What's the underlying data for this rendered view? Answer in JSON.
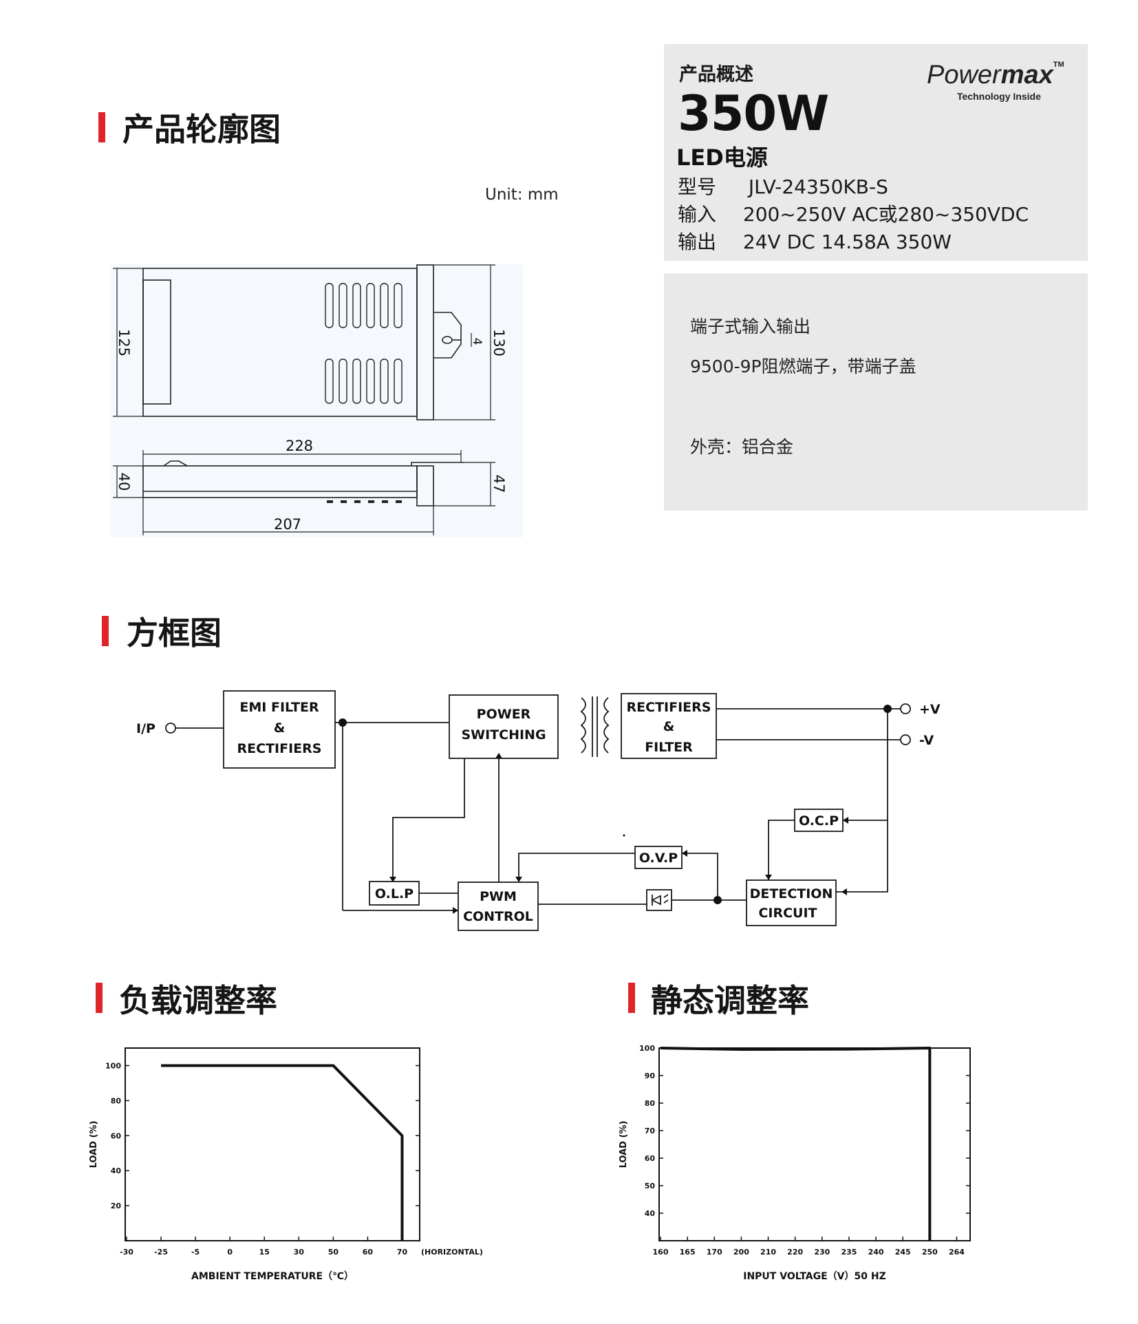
{
  "sections": {
    "outline": "产品轮廓图",
    "block": "方框图",
    "load": "负载调整率",
    "static": "静态调整率"
  },
  "overview": {
    "heading": "产品概述",
    "power": "350W",
    "product": "LED电源",
    "brand_italic": "Power",
    "brand_bold": "max",
    "brand_tm": "TM",
    "brand_tagline": "Technology Inside",
    "specs": [
      {
        "label": "型号",
        "value": "JLV-24350KB-S"
      },
      {
        "label": "输入",
        "value": "200~250V AC或280~350VDC"
      },
      {
        "label": "输出",
        "value": "24V DC 14.58A 350W"
      }
    ]
  },
  "features": {
    "line1": "端子式输入输出",
    "line2": "9500-9P阻燃端子，带端子盖",
    "line3": "外壳：铝合金"
  },
  "dimensions": {
    "unit": "Unit: mm",
    "height_inner": "125",
    "height_outer": "130",
    "hole": "4",
    "length_top": "228",
    "length_bottom": "207",
    "depth_inner": "40",
    "depth_outer": "47"
  },
  "block_diagram": {
    "input": "I/P",
    "emi_line1": "EMI FILTER",
    "emi_line2": "&",
    "emi_line3": "RECTIFIERS",
    "power_line1": "POWER",
    "power_line2": "SWITCHING",
    "rect_line1": "RECTIFIERS",
    "rect_line2": "&",
    "rect_line3": "FILTER",
    "out_pos": "+V",
    "out_neg": "-V",
    "ocp": "O.C.P",
    "ovp": "O.V.P",
    "olp": "O.L.P",
    "pwm_line1": "PWM",
    "pwm_line2": "CONTROL",
    "det_line1": "DETECTION",
    "det_line2": "CIRCUIT"
  },
  "colors": {
    "accent": "#e0242a",
    "card": "#e9e9e9",
    "line": "#111111"
  },
  "chart_data": [
    {
      "type": "line",
      "xlabel": "AMBIENT TEMPERATURE（℃）",
      "ylabel": "LOAD (%)",
      "x_note": "(HORIZONTAL)",
      "x_ticks": [
        "-30",
        "-25",
        "-5",
        "0",
        "15",
        "30",
        "50",
        "60",
        "70"
      ],
      "y_ticks": [
        "20",
        "40",
        "60",
        "80",
        "100"
      ],
      "ylim": [
        0,
        110
      ],
      "series": [
        {
          "points": [
            [
              "-25",
              100
            ],
            [
              "50",
              100
            ],
            [
              "70",
              60
            ],
            [
              "70",
              0
            ]
          ]
        }
      ],
      "grid": false
    },
    {
      "type": "line",
      "xlabel": "INPUT VOLTAGE（V）50 HZ",
      "ylabel": "LOAD (%)",
      "x_ticks": [
        "160",
        "165",
        "170",
        "200",
        "210",
        "220",
        "230",
        "235",
        "240",
        "245",
        "250",
        "264"
      ],
      "y_ticks": [
        "40",
        "50",
        "60",
        "70",
        "80",
        "90",
        "100"
      ],
      "ylim": [
        30,
        100
      ],
      "series": [
        {
          "points": [
            [
              "160",
              100
            ],
            [
              "200",
              99.5
            ],
            [
              "235",
              99.6
            ],
            [
              "250",
              100
            ],
            [
              "250",
              30
            ]
          ]
        }
      ],
      "grid": false
    }
  ]
}
